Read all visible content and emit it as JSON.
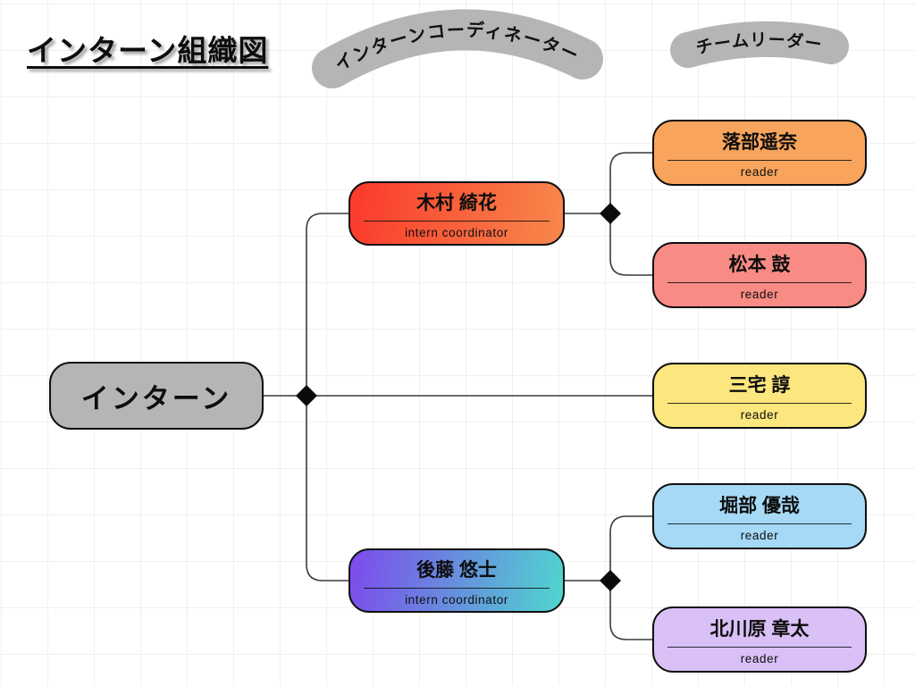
{
  "title": "インターン組織図",
  "banners": {
    "coordinator": "インターンコーディネーター",
    "team_leader": "チームリーダー"
  },
  "colors": {
    "banner_bg": "#b5b5b5",
    "banner_text": "#111111",
    "root_bg": "#b5b5b5",
    "line": "#3a3a3a",
    "node": "#0b0b0b"
  },
  "root": {
    "name": "インターン"
  },
  "coordinators": [
    {
      "name": "木村 綺花",
      "role": "intern coordinator",
      "color_from": "#fa392b",
      "color_to": "#f8884b"
    },
    {
      "name": "後藤 悠士",
      "role": "intern coordinator",
      "color_from": "#7d4aec",
      "color_to": "#4fd6cf"
    }
  ],
  "leaders": [
    {
      "name": "落部遥奈",
      "role": "reader",
      "color": "#f8a45c"
    },
    {
      "name": "松本 鼓",
      "role": "reader",
      "color": "#f98b85"
    },
    {
      "name": "三宅 諄",
      "role": "reader",
      "color": "#fbe77d"
    },
    {
      "name": "堀部 優哉",
      "role": "reader",
      "color": "#a5d9f6"
    },
    {
      "name": "北川原 章太",
      "role": "reader",
      "color": "#d9c0f6"
    }
  ]
}
